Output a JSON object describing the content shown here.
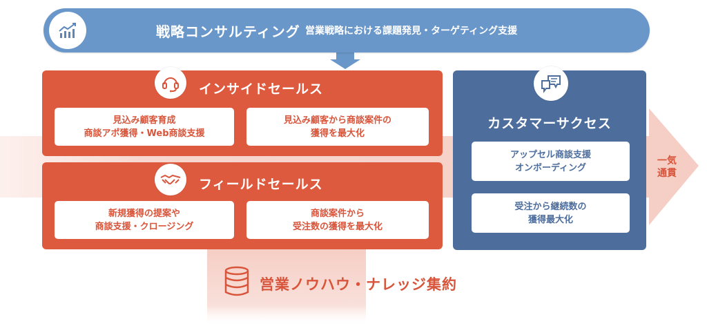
{
  "banner": {
    "title": "戦略コンサルティング",
    "subtitle": "営業戦略における課題発見・ターゲティング支援",
    "icon": "bar-chart-icon"
  },
  "inside_sales": {
    "title": "インサイドセールス",
    "icon": "headset-icon",
    "cards": [
      {
        "line1": "見込み顧客育成",
        "line2": "商談アポ獲得・Web商談支援"
      },
      {
        "line1": "見込み顧客から商談案件の",
        "line2": "獲得を最大化"
      }
    ]
  },
  "field_sales": {
    "title": "フィールドセールス",
    "icon": "handshake-icon",
    "cards": [
      {
        "line1": "新規獲得の提案や",
        "line2": "商談支援・クロージング"
      },
      {
        "line1": "商談案件から",
        "line2": "受注数の獲得を最大化"
      }
    ]
  },
  "customer_success": {
    "title": "カスタマーサクセス",
    "icon": "chat-bubbles-icon",
    "cards": [
      {
        "line1": "アップセル商談支援",
        "line2": "オンボーディング"
      },
      {
        "line1": "受注から継続数の",
        "line2": "獲得最大化"
      }
    ]
  },
  "flow_label": {
    "line1": "一気",
    "line2": "通貫"
  },
  "knowledge": {
    "label": "営業ノウハウ・ナレッジ集約",
    "icon": "database-icon"
  },
  "colors": {
    "banner": "#6a97c9",
    "red_panel": "#de5a3f",
    "blue_panel": "#4d6e9d",
    "accent_text": "#d8553b",
    "flow_arrow": "#f6d3cb"
  }
}
